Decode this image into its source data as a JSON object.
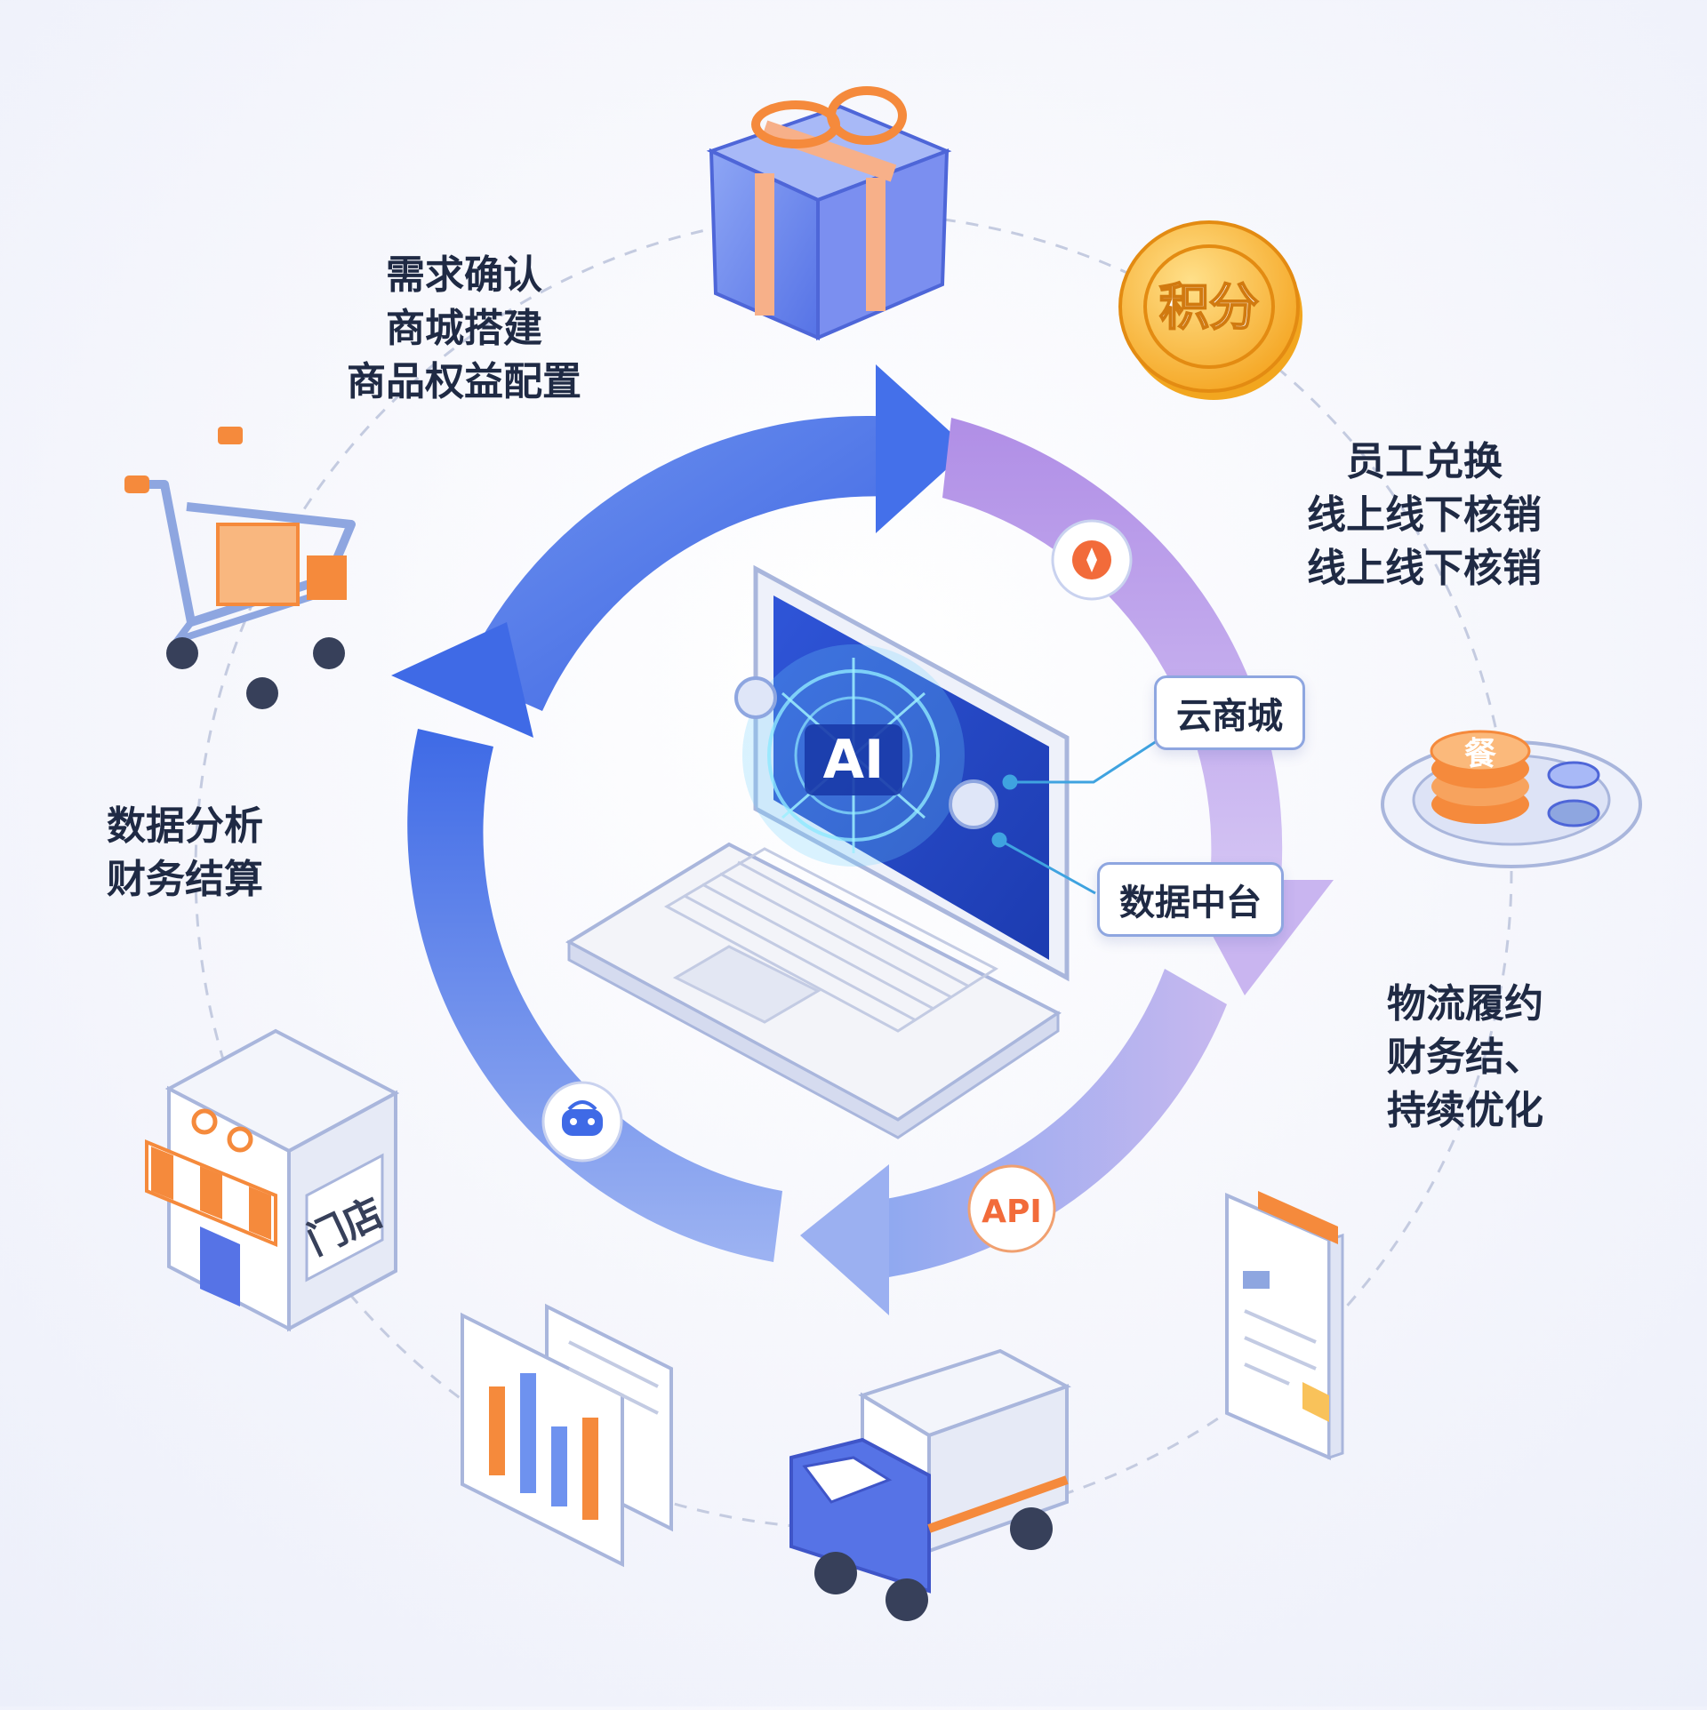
{
  "labels": {
    "top_left": [
      "需求确认",
      "商城搭建",
      "商品权益配置"
    ],
    "right_top": [
      "员工兑换",
      "线上线下核销",
      "线上线下核销"
    ],
    "left_mid": [
      "数据分析",
      "财务结算"
    ],
    "right_bottom": [
      "物流履约",
      "财务结、",
      "持续优化"
    ]
  },
  "callouts": {
    "cloud_mall": "云商城",
    "data_platform": "数据中台"
  },
  "icons": {
    "coin_text": "积分",
    "plate_text": "餐",
    "store_text": "门店",
    "laptop_text": "AI",
    "api_text": "API"
  },
  "colors": {
    "blue": "#3f6ee8",
    "purple": "#b79be8",
    "orange": "#f58a3c",
    "navy": "#1f2a44"
  }
}
